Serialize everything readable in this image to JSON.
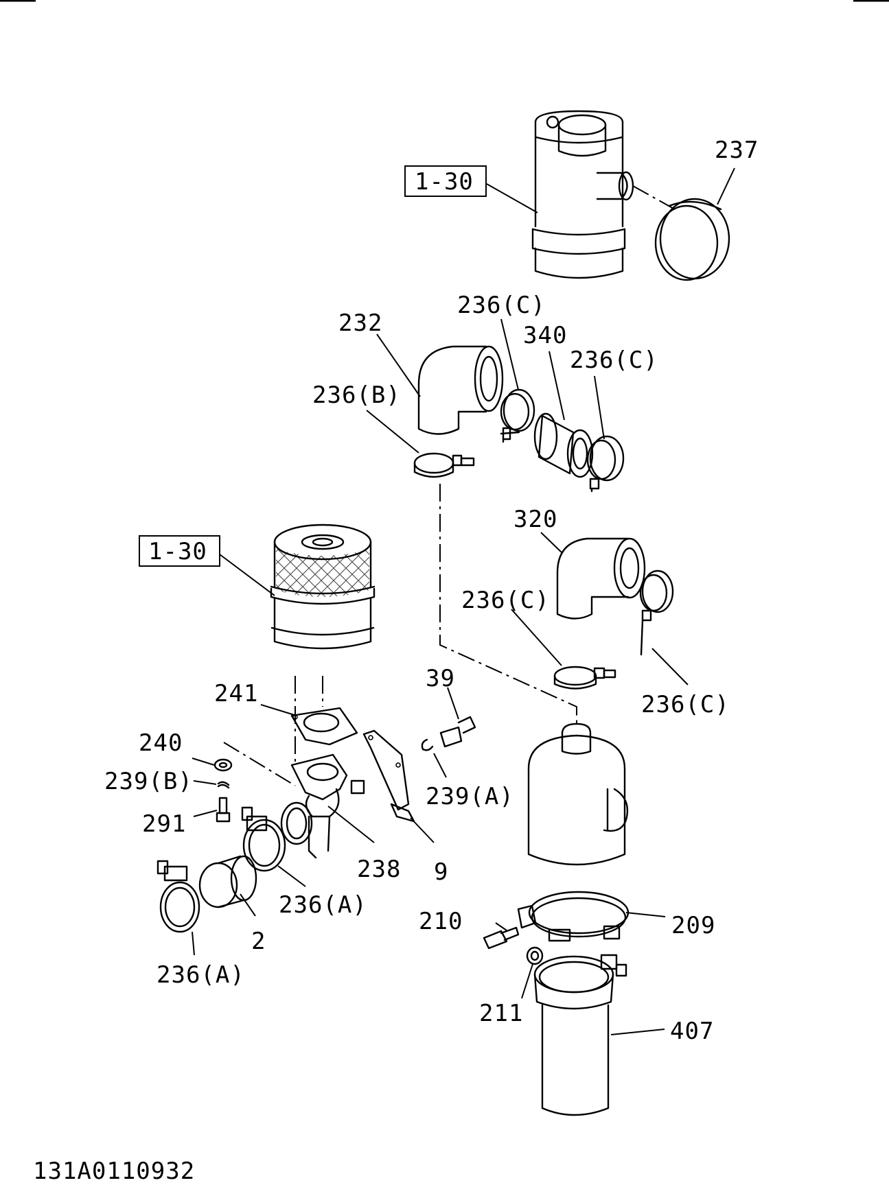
{
  "labels": {
    "ref_top": "1-30",
    "ref_mid": "1-30",
    "p237": "237",
    "p232": "232",
    "p236c_a": "236(C)",
    "p340": "340",
    "p236c_b": "236(C)",
    "p236b": "236(B)",
    "p320": "320",
    "p236c_c": "236(C)",
    "p236c_d": "236(C)",
    "p241": "241",
    "p39": "39",
    "p240": "240",
    "p239b": "239(B)",
    "p239a": "239(A)",
    "p291": "291",
    "p238": "238",
    "p9": "9",
    "p236a_a": "236(A)",
    "p2": "2",
    "p236a_b": "236(A)",
    "p210": "210",
    "p209": "209",
    "p211": "211",
    "p407": "407"
  },
  "footer": {
    "drawing_number": "131A0110932"
  }
}
